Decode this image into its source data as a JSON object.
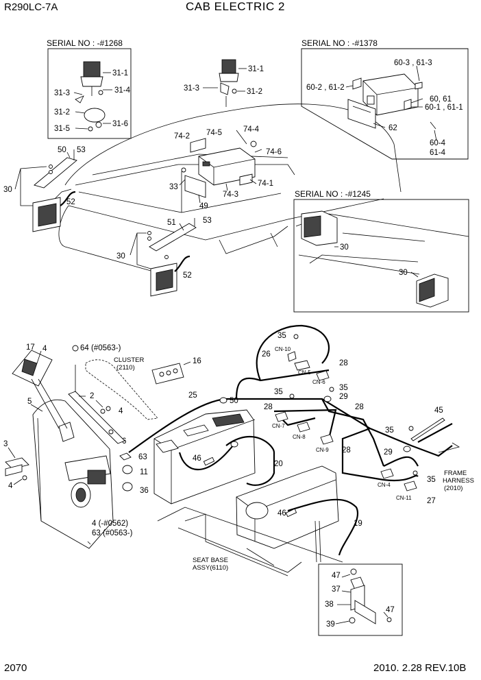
{
  "header": {
    "model": "R290LC-7A",
    "title": "CAB ELECTRIC 2"
  },
  "panels": {
    "beacon_old": {
      "serial": "SERIAL NO : -#1268"
    },
    "radio_new": {
      "serial": "SERIAL NO : -#1378"
    },
    "lamp_old": {
      "serial": "SERIAL NO : -#1245"
    }
  },
  "callouts": {
    "beacon_old": [
      "31-1",
      "31-3",
      "31-4",
      "31-2",
      "31-6",
      "31-5"
    ],
    "beacon_main": [
      "31-1",
      "31-3",
      "31-2"
    ],
    "radio_new": [
      "60-3 , 61-3",
      "60-2 , 61-2",
      "60, 61",
      "60-1 , 61-1",
      "62",
      "60-4",
      "61-4"
    ],
    "radio_main": [
      "74-4",
      "74-2",
      "74-5",
      "74-6",
      "33",
      "74-3",
      "74-1",
      "49"
    ],
    "lamp_left": [
      "50",
      "53",
      "30",
      "52"
    ],
    "lamp_right": [
      "51",
      "53",
      "30",
      "52"
    ],
    "lamp_old": [
      "30",
      "30"
    ],
    "console_left": [
      "17",
      "4",
      "64 (#0563-)",
      "5",
      "2",
      "4",
      "6",
      "3",
      "4",
      "63",
      "11",
      "36",
      "4 (-#0562)",
      "63 (#0563-)"
    ],
    "console_right": [
      "16",
      "25",
      "50",
      "46",
      "20",
      "46",
      "19"
    ],
    "harness": [
      "35",
      "26",
      "28",
      "35",
      "29",
      "35",
      "28",
      "28",
      "28",
      "35",
      "45",
      "29",
      "35",
      "27"
    ],
    "switch_box": [
      "47",
      "37",
      "38",
      "47",
      "39"
    ]
  },
  "connectors": [
    "CN-10",
    "CN-5",
    "CN-6",
    "CN-7",
    "CN-8",
    "CN-9",
    "CN-4",
    "CN-11"
  ],
  "notes": {
    "cluster": [
      "CLUSTER",
      "(2110)"
    ],
    "frame_harness": [
      "FRAME",
      "HARNESS",
      "(2010)"
    ],
    "seat_base": [
      "SEAT BASE",
      "ASSY(6110)"
    ]
  },
  "footer": {
    "page": "2070",
    "revision": "2010. 2.28  REV.10B"
  }
}
